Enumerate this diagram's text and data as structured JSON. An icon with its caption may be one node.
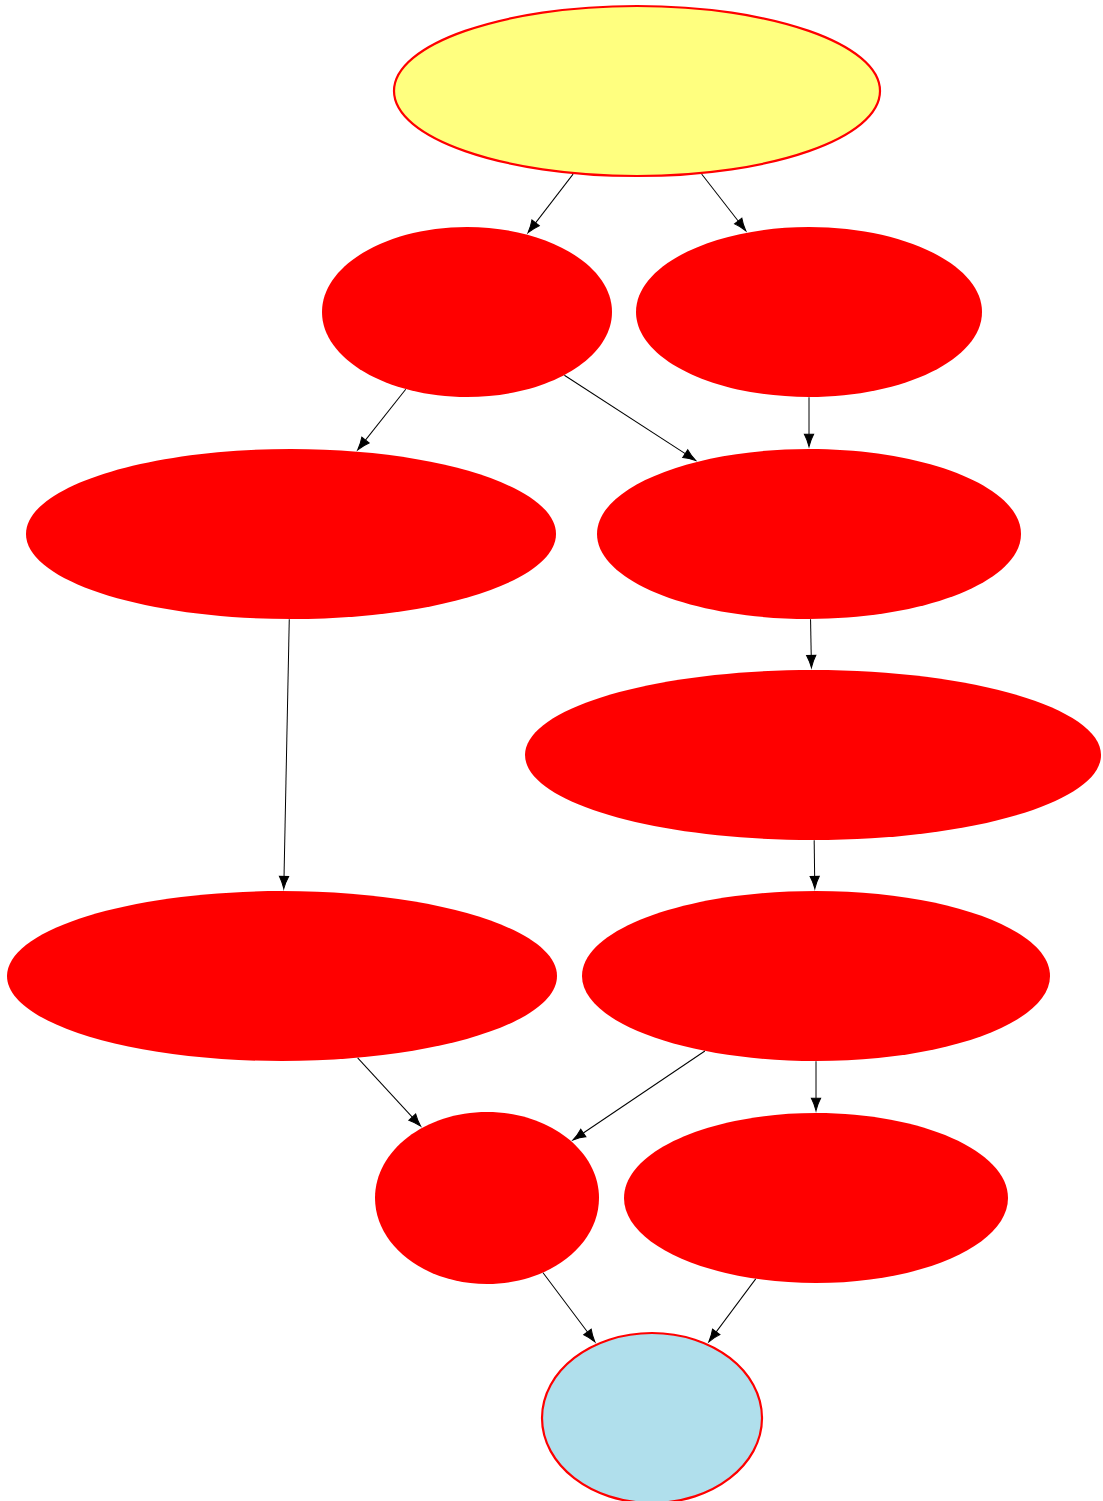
{
  "diagram": {
    "nodes": [
      {
        "text": [],
        "shape": "ellipse"
      },
      {
        "text": [],
        "shape": "ellipse"
      },
      {
        "text": [],
        "shape": "ellipse"
      },
      {
        "text": [],
        "shape": "ellipse"
      },
      {
        "text": [],
        "shape": "ellipse"
      },
      {
        "text": [],
        "shape": "ellipse"
      },
      {
        "text": [],
        "shape": "ellipse"
      },
      {
        "text": [],
        "shape": "ellipse"
      },
      {
        "text": [],
        "shape": "ellipse"
      },
      {
        "text": [],
        "shape": "ellipse"
      },
      {
        "text": [],
        "shape": "ellipse"
      }
    ],
    "edges": [
      {
        "from": 0,
        "to": 1,
        "arrow": "to"
      },
      {
        "from": 0,
        "to": 2,
        "arrow": "to"
      },
      {
        "from": 1,
        "to": 3,
        "arrow": "to"
      },
      {
        "from": 1,
        "to": 4,
        "arrow": "to"
      },
      {
        "from": 2,
        "to": 4,
        "arrow": "to"
      },
      {
        "from": 3,
        "to": 6,
        "arrow": "to"
      },
      {
        "from": 4,
        "to": 5,
        "arrow": "to"
      },
      {
        "from": 5,
        "to": 7,
        "arrow": "to"
      },
      {
        "from": 6,
        "to": 8,
        "arrow": "to"
      },
      {
        "from": 7,
        "to": 8,
        "arrow": "to"
      },
      {
        "from": 7,
        "to": 9,
        "arrow": "to"
      },
      {
        "from": 8,
        "to": 10,
        "arrow": "to"
      },
      {
        "from": 9,
        "to": 10,
        "arrow": "to"
      }
    ]
  }
}
